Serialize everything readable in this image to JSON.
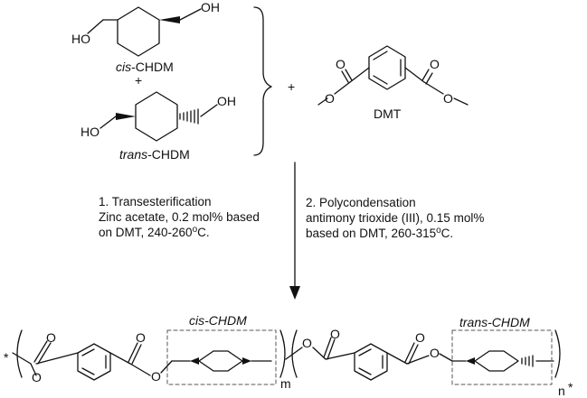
{
  "reactants": {
    "cis_chdm": {
      "prefix": "cis",
      "name": "-CHDM",
      "oh_left": "HO",
      "oh_right": "OH"
    },
    "plus_between": "+",
    "trans_chdm": {
      "prefix": "trans",
      "name": "-CHDM",
      "oh_left": "HO",
      "oh_right": "OH"
    },
    "plus_right": "+",
    "dmt": {
      "name": "DMT",
      "o_left": "O",
      "o_right": "O",
      "o_ester_left": "O",
      "o_ester_right": "O"
    }
  },
  "conditions": {
    "step1": {
      "line1": "1. Transesterification",
      "line2": "Zinc acetate, 0.2 mol% based",
      "line3_pre": "on DMT, 240-260",
      "degree": "o",
      "line3_post": "C."
    },
    "step2": {
      "line1": "2. Polycondensation",
      "line2": "antimony trioxide (III), 0.15 mol%",
      "line3_pre": "based on DMT, 260-315",
      "degree": "o",
      "line3_post": "C."
    }
  },
  "product": {
    "cis_label": "cis-CHDM",
    "trans_label": "trans-CHDM",
    "subscript_m": "m",
    "subscript_n": "n",
    "end_left": "*",
    "end_right": "*",
    "oxygen": "O"
  },
  "colors": {
    "line": "#111111",
    "box": "#555555",
    "background": "#ffffff"
  }
}
